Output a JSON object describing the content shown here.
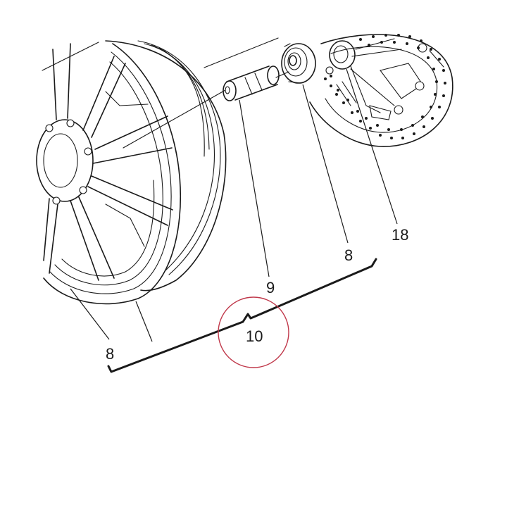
{
  "callouts": {
    "wheel_rim_left": "8",
    "spacer": "9",
    "wheel_assembly": "10",
    "bearing_right": "8",
    "brake_disc": "18"
  },
  "colors": {
    "line": "#1a1a1a",
    "highlight_circle": "#c0394b",
    "background": "#ffffff"
  }
}
